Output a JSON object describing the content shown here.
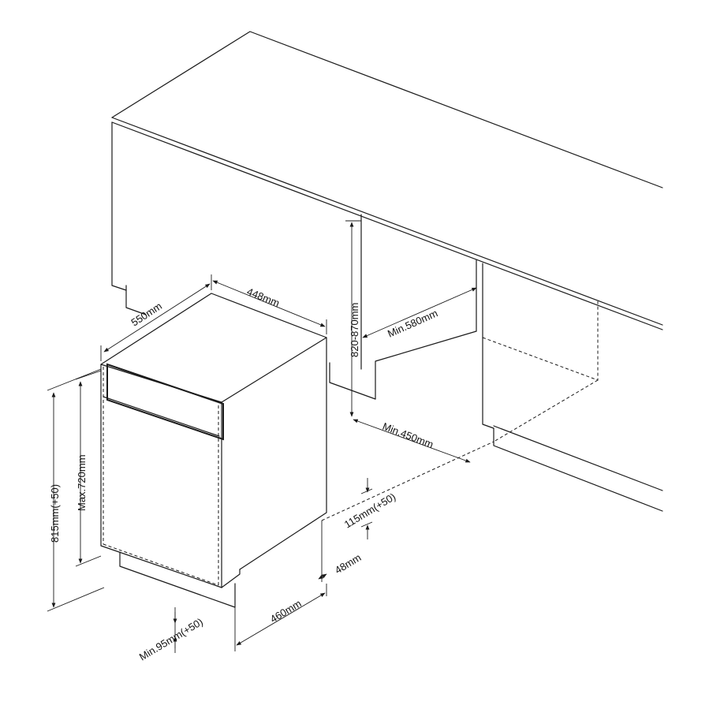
{
  "dimensions": {
    "width_448": "448mm",
    "depth_550": "550mm",
    "height_range": "820-870mm",
    "min_580": "Min.580mm",
    "min_450": "Min.450mm",
    "height_815": "815mm(+50)",
    "max_720": "Max.720mm",
    "plinth_115": "115mm(+50)",
    "gap_48": "48mm",
    "depth_460": "460mm",
    "min_95": "Min.95mm(+50)"
  }
}
